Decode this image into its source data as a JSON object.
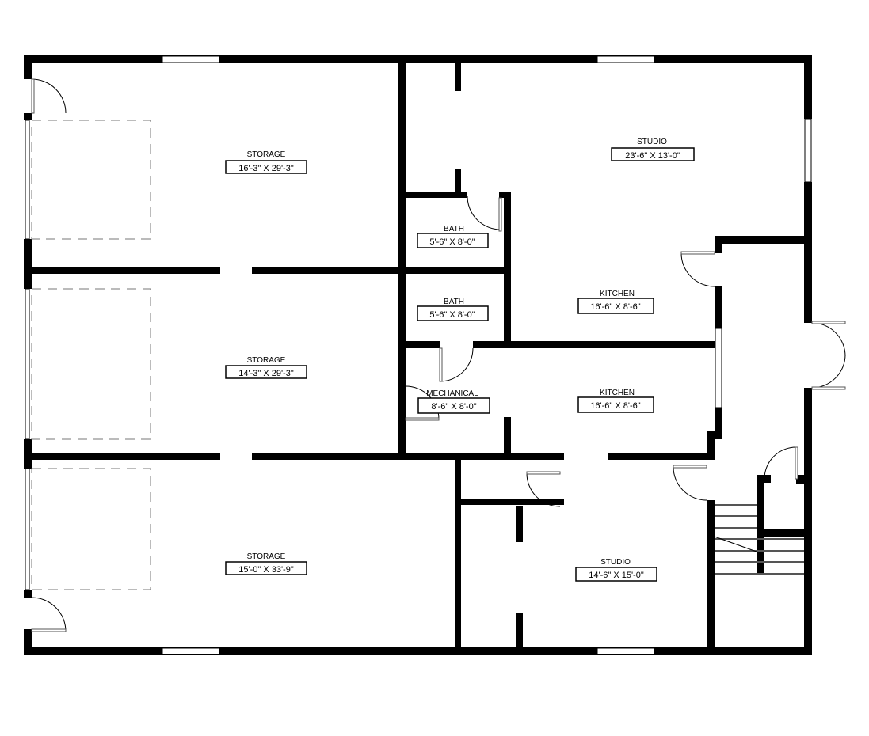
{
  "title": "Floor Plan",
  "rooms": [
    {
      "name": "STORAGE",
      "size": "16'-3\" X 29'-3\""
    },
    {
      "name": "STORAGE",
      "size": "14'-3\" X 29'-3\""
    },
    {
      "name": "STORAGE",
      "size": "15'-0\" X 33'-9\""
    },
    {
      "name": "STUDIO",
      "size": "23'-6\" X 13'-0\""
    },
    {
      "name": "BATH",
      "size": "5'-6\" X 8'-0\""
    },
    {
      "name": "BATH",
      "size": "5'-6\" X 8'-0\""
    },
    {
      "name": "KITCHEN",
      "size": "16'-6\" X 8'-6\""
    },
    {
      "name": "MECHANICAL",
      "size": "8'-6\" X 8'-0\""
    },
    {
      "name": "KITCHEN",
      "size": "16'-6\" X 8'-6\""
    },
    {
      "name": "STUDIO",
      "size": "14'-6\" X 15'-0\""
    }
  ]
}
